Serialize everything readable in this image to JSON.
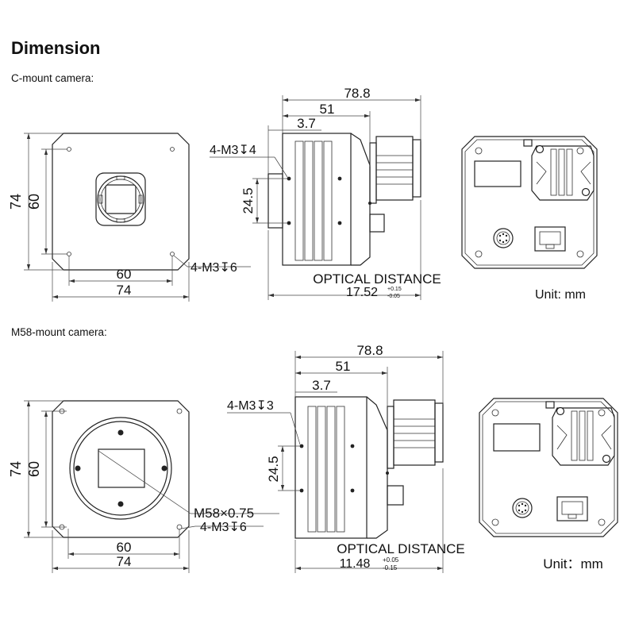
{
  "title": "Dimension",
  "c_mount": {
    "label": "C-mount camera:",
    "front": {
      "width_outer": "74",
      "width_inner": "60",
      "height_outer": "74",
      "height_inner": "60",
      "hole_callout": "4-M3↧6"
    },
    "side": {
      "length_total": "78.8",
      "length_body": "51",
      "length_front": "3.7",
      "height_holes": "24.5",
      "hole_callout": "4-M3↧4",
      "optical_label": "OPTICAL DISTANCE",
      "optical_value": "17.52",
      "tol_plus": "+0.15",
      "tol_minus": "-0.05"
    },
    "unit": "Unit: mm"
  },
  "m58_mount": {
    "label": "M58-mount camera:",
    "front": {
      "width_outer": "74",
      "width_inner": "60",
      "height_outer": "74",
      "height_inner": "60",
      "thread_callout": "M58×0.75",
      "hole_callout": "4-M3↧6"
    },
    "side": {
      "length_total": "78.8",
      "length_body": "51",
      "length_front": "3.7",
      "height_holes": "24.5",
      "hole_callout": "4-M3↧3",
      "optical_label": "OPTICAL DISTANCE",
      "optical_value": "11.48",
      "tol_plus": "+0.05",
      "tol_minus": "-0.15"
    },
    "unit": "Unit：mm"
  }
}
